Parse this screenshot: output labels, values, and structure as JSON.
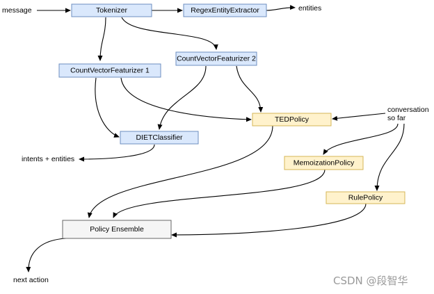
{
  "nodes": {
    "tokenizer": "Tokenizer",
    "regex_entity_extractor": "RegexEntityExtractor",
    "count_vector_featurizer_1": "CountVectorFeaturizer 1",
    "count_vector_featurizer_2": "CountVectorFeaturizer 2",
    "diet_classifier": "DIETClassifier",
    "ted_policy": "TEDPolicy",
    "memoization_policy": "MemoizationPolicy",
    "rule_policy": "RulePolicy",
    "policy_ensemble": "Policy Ensemble"
  },
  "labels": {
    "message": "message",
    "entities": "entities",
    "intents_entities": "intents + entities",
    "conversation_line1": "conversation",
    "conversation_line2": "so far",
    "next_action": "next action"
  },
  "watermark": "CSDN @段智华",
  "colors": {
    "component_fill": "#dae8fc",
    "component_stroke": "#6c8ebf",
    "policy_fill": "#fff2cc",
    "policy_stroke": "#d6b656",
    "ensemble_fill": "#f5f5f5",
    "ensemble_stroke": "#666666",
    "edge": "#000000"
  }
}
